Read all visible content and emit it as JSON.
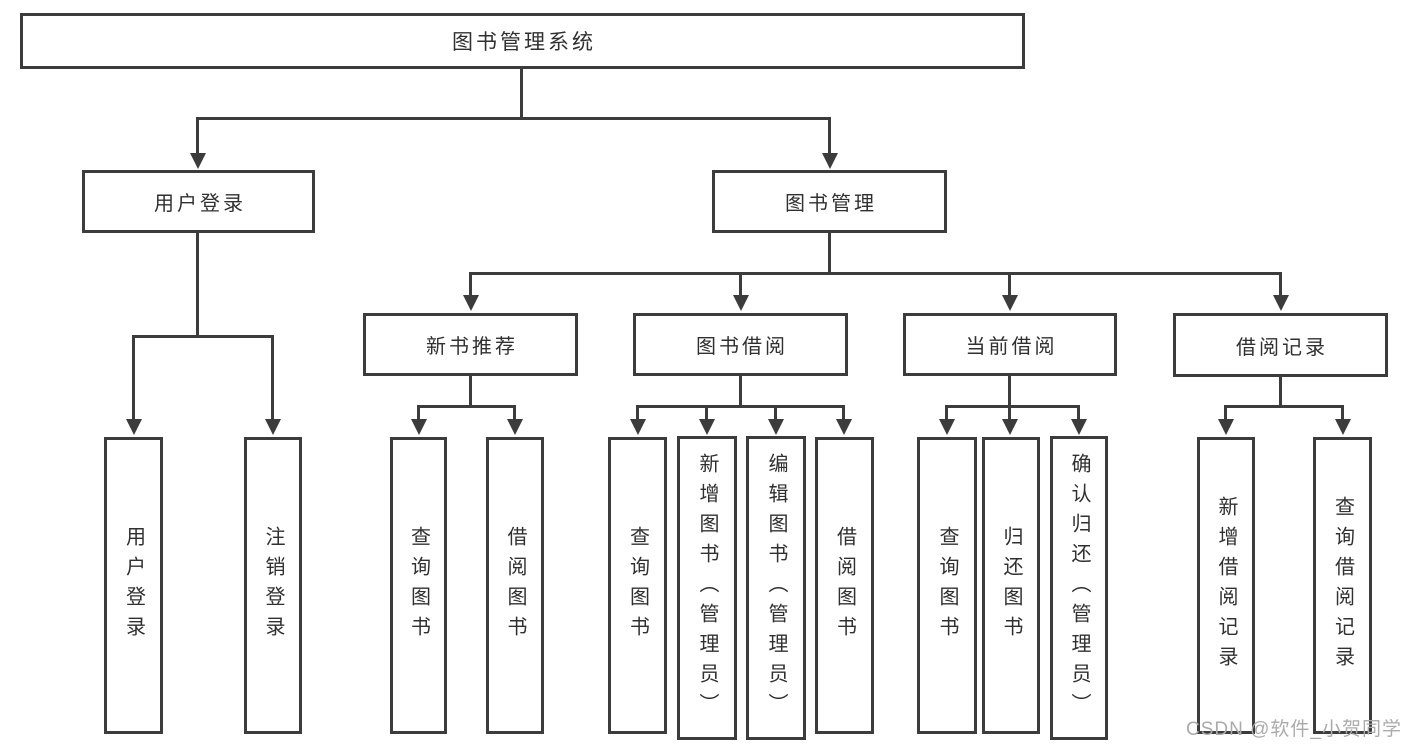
{
  "tree": {
    "label": "图书管理系统",
    "children": [
      {
        "label": "用户登录",
        "children": [
          {
            "label": "用户登录"
          },
          {
            "label": "注销登录"
          }
        ]
      },
      {
        "label": "图书管理",
        "children": [
          {
            "label": "新书推荐",
            "children": [
              {
                "label": "查询图书"
              },
              {
                "label": "借阅图书"
              }
            ]
          },
          {
            "label": "图书借阅",
            "children": [
              {
                "label": "查询图书"
              },
              {
                "label": "新增图书（管理员）"
              },
              {
                "label": "编辑图书（管理员）"
              },
              {
                "label": "借阅图书"
              }
            ]
          },
          {
            "label": "当前借阅",
            "children": [
              {
                "label": "查询图书"
              },
              {
                "label": "归还图书"
              },
              {
                "label": "确认归还（管理员）"
              }
            ]
          },
          {
            "label": "借阅记录",
            "children": [
              {
                "label": "新增借阅记录"
              },
              {
                "label": "查询借阅记录"
              }
            ]
          }
        ]
      }
    ]
  },
  "watermark": "CSDN @软件_小贺同学",
  "colors": {
    "line": "#3c3c3c",
    "text": "#303030",
    "watermark": "#ababab",
    "background": "#ffffff"
  }
}
